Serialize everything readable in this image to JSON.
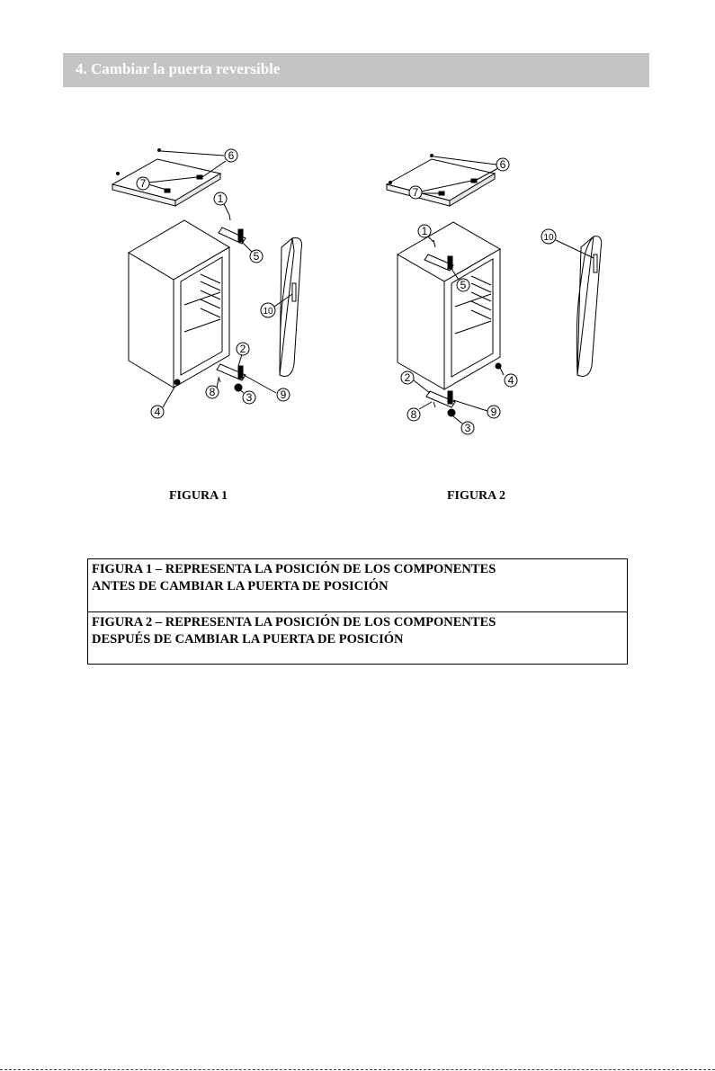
{
  "header": {
    "title": "4. Cambiar la puerta reversible",
    "bar_color": "#c4c4c4"
  },
  "figures": [
    {
      "caption": "FIGURA 1",
      "callouts": [
        "1",
        "2",
        "3",
        "4",
        "5",
        "6",
        "7",
        "8",
        "9",
        "10"
      ]
    },
    {
      "caption": "FIGURA 2",
      "callouts": [
        "1",
        "2",
        "3",
        "4",
        "5",
        "6",
        "7",
        "8",
        "9",
        "10"
      ]
    }
  ],
  "descriptions": [
    {
      "line1": "FIGURA 1 – REPRESENTA LA POSICIÓN DE LOS COMPONENTES",
      "line2": "ANTES DE CAMBIAR LA PUERTA DE POSICIÓN"
    },
    {
      "line1": "FIGURA 2 – REPRESENTA LA POSICIÓN DE LOS COMPONENTES",
      "line2": "DESPUÉS DE CAMBIAR LA PUERTA DE POSICIÓN"
    }
  ]
}
